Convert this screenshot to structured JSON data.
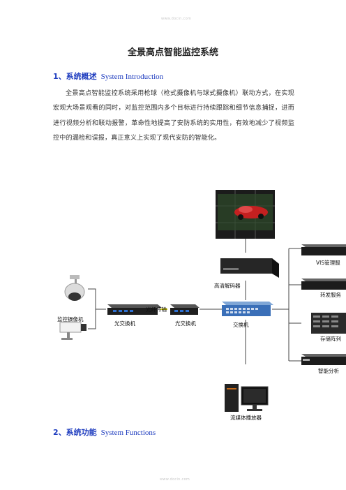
{
  "watermark": "www.docin.com",
  "title": "全景高点智能监控系统",
  "section1": {
    "number": "1、",
    "title_cn": "系统概述",
    "title_en": "System Introduction",
    "paragraph": "全景高点智能监控系统采用枪球（枪式摄像机与球式摄像机）联动方式，在实现宏观大场景观看的同时，对监控范围内多个目标进行持续跟踪和细节信息捕捉，进而进行视频分析和联动报警，革命性地提高了安防系统的实用性，有效地减少了视频监控中的漏检和误报，真正意义上实现了现代安防的智能化。"
  },
  "diagram": {
    "labels": {
      "camera": "监控摄像机",
      "optical_switch_1": "光交换机",
      "fiber": "光纤传输",
      "optical_switch_2": "光交换机",
      "switch": "交换机",
      "decoder": "高清解码器",
      "vis": "VIS管理服",
      "forward": "转发服务",
      "storage": "存储阵列",
      "analysis": "智能分析",
      "player": "流媒体播放器"
    }
  },
  "section2": {
    "number": "2、",
    "title_cn": "系统功能",
    "title_en": "System Functions"
  }
}
